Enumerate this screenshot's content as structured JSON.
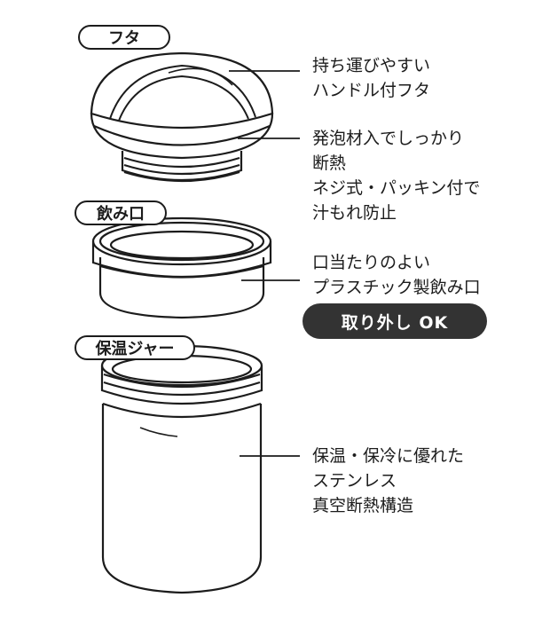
{
  "part_labels": {
    "lid": "フタ",
    "spout": "飲み口",
    "jar": "保温ジャー"
  },
  "notes": {
    "lid_handle": [
      "持ち運びやすい",
      "ハンドル付フタ"
    ],
    "lid_insulation": [
      "発泡材入でしっかり",
      "断熱"
    ],
    "lid_seal": [
      "ネジ式・パッキン付で",
      "汁もれ防止"
    ],
    "spout": [
      "口当たりのよい",
      "プラスチック製飲み口"
    ],
    "jar": [
      "保温・保冷に優れた",
      "ステンレス",
      "真空断熱構造"
    ]
  },
  "badge": {
    "text": "取り外し OK",
    "bg_color": "#333333",
    "text_color": "#ffffff"
  },
  "colors": {
    "line": "#1c1c1c",
    "fill": "#ffffff"
  }
}
